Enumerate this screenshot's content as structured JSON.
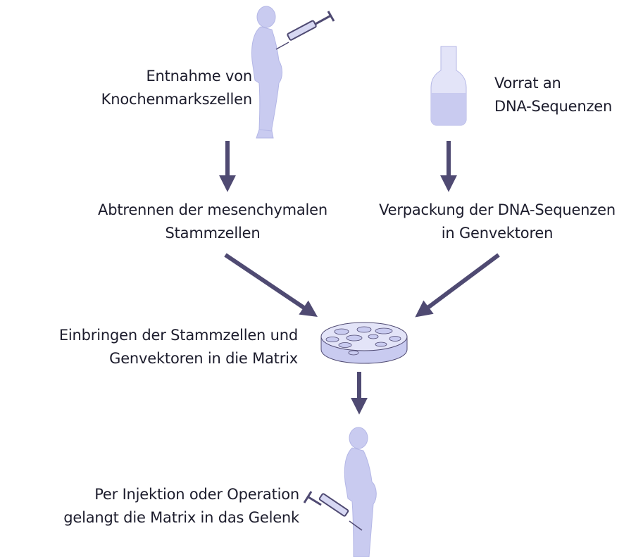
{
  "colors": {
    "figure_fill": "#c9cbf0",
    "figure_stroke": "#b4b7e6",
    "arrow": "#4f4a72",
    "text": "#1c1c2c",
    "syringe": "#4f4a72"
  },
  "steps": {
    "extraction": {
      "icon": "person-with-syringe-icon",
      "line1": "Entnahme von",
      "line2": "Knochenmarkszellen"
    },
    "dna_supply": {
      "icon": "bottle-icon",
      "line1": "Vorrat an",
      "line2": "DNA-Sequenzen"
    },
    "separation": {
      "line1": "Abtrennen der mesenchymalen",
      "line2": "Stammzellen"
    },
    "packaging": {
      "line1": "Verpackung der DNA-Sequenzen",
      "line2": "in Genvektoren"
    },
    "insertion": {
      "icon": "matrix-dish-icon",
      "line1": "Einbringen der Stammzellen und",
      "line2": "Genvektoren in die Matrix"
    },
    "application": {
      "icon": "person-with-syringe-icon",
      "line1": "Per Injektion oder Operation",
      "line2": "gelangt die Matrix in das Gelenk"
    }
  }
}
